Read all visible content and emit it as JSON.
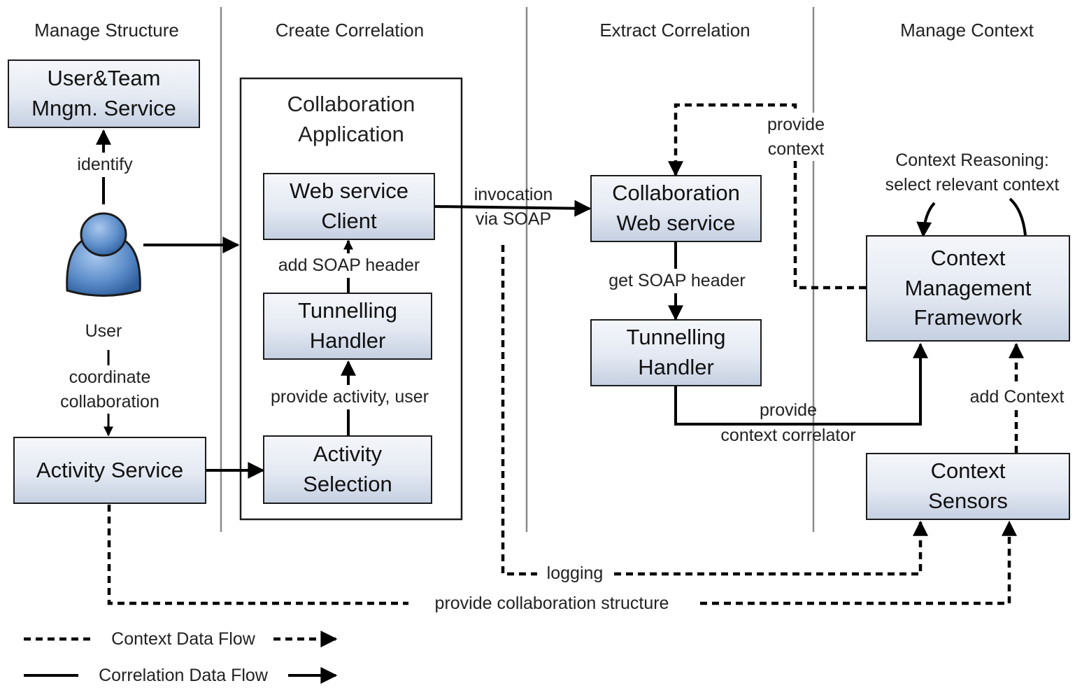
{
  "headers": {
    "manage_structure": "Manage Structure",
    "create_correlation": "Create Correlation",
    "extract_correlation": "Extract Correlation",
    "manage_context": "Manage Context"
  },
  "nodes": {
    "user_team": "User&Team\nMngm.  Service",
    "user": "User",
    "activity_service": "Activity Service",
    "collab_app": "Collaboration\nApplication",
    "ws_client": "Web service\nClient",
    "tunnel_left": "Tunnelling\nHandler",
    "activity_selection": "Activity\nSelection",
    "collab_ws": "Collaboration\nWeb service",
    "tunnel_right": "Tunnelling\nHandler",
    "cmf": "Context\nManagement\nFramework",
    "sensors": "Context\nSensors"
  },
  "edges": {
    "identify": "identify",
    "coordinate": "coordinate\ncollaboration",
    "add_soap": "add SOAP header",
    "provide_activity": "provide activity, user",
    "invocation": "invocation\nvia SOAP",
    "provide_context": "provide\ncontext",
    "get_soap": "get SOAP header",
    "reasoning": "Context Reasoning:\nselect relevant context",
    "provide_correlator": "provide\ncontext correlator",
    "add_context": "add Context",
    "logging": "logging",
    "collab_structure": "provide collaboration structure"
  },
  "legend": {
    "context_flow": "Context Data Flow",
    "correlation_flow": "Correlation Data Flow"
  },
  "colors": {
    "line": "#000000",
    "divider": "#8a8a8a",
    "box_top": "#f4f6fa",
    "box_bottom": "#c5d0e2",
    "user_figure": "#5f8fcb"
  }
}
